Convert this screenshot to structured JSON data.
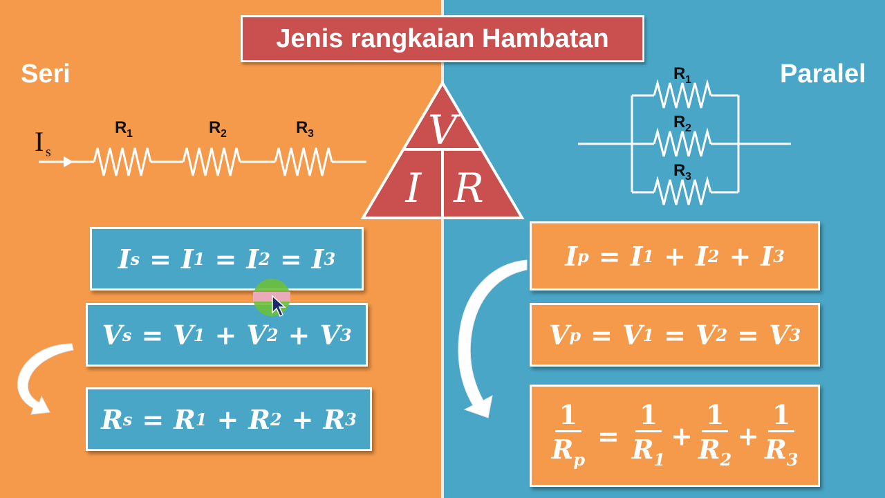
{
  "title": "Jenis rangkaian Hambatan",
  "series_label": "Seri",
  "parallel_label": "Paralel",
  "triangle": {
    "top": "V",
    "bottom_left": "I",
    "bottom_right": "R"
  },
  "series_circuit": {
    "current_label": "I",
    "current_sub": "s",
    "resistors": [
      {
        "main": "R",
        "sub": "1"
      },
      {
        "main": "R",
        "sub": "2"
      },
      {
        "main": "R",
        "sub": "3"
      }
    ]
  },
  "parallel_circuit": {
    "resistors": [
      {
        "main": "R",
        "sub": "1"
      },
      {
        "main": "R",
        "sub": "2"
      },
      {
        "main": "R",
        "sub": "3"
      }
    ]
  },
  "series_formulas": {
    "current": {
      "lhs": "I",
      "lhs_sub": "s",
      "op": "=",
      "t1": "I",
      "t1_sub": "1",
      "op1": "=",
      "t2": "I",
      "t2_sub": "2",
      "op2": "=",
      "t3": "I",
      "t3_sub": "3"
    },
    "voltage": {
      "lhs": "V",
      "lhs_sub": "s",
      "op": "=",
      "t1": "V",
      "t1_sub": "1",
      "op1": "+",
      "t2": "V",
      "t2_sub": "2",
      "op2": "+",
      "t3": "V",
      "t3_sub": "3"
    },
    "resistance": {
      "lhs": "R",
      "lhs_sub": "s",
      "op": "=",
      "t1": "R",
      "t1_sub": "1",
      "op1": "+",
      "t2": "R",
      "t2_sub": "2",
      "op2": "+",
      "t3": "R",
      "t3_sub": "3"
    }
  },
  "parallel_formulas": {
    "current": {
      "lhs": "I",
      "lhs_sub": "p",
      "op": "=",
      "t1": "I",
      "t1_sub": "1",
      "op1": "+",
      "t2": "I",
      "t2_sub": "2",
      "op2": "+",
      "t3": "I",
      "t3_sub": "3"
    },
    "voltage": {
      "lhs": "V",
      "lhs_sub": "p",
      "op": "=",
      "t1": "V",
      "t1_sub": "1",
      "op1": "=",
      "t2": "V",
      "t2_sub": "2",
      "op2": "=",
      "t3": "V",
      "t3_sub": "3"
    },
    "resistance": {
      "numerator": "1",
      "lhs": "R",
      "lhs_sub": "p",
      "op": "=",
      "t1": "R",
      "t1_sub": "1",
      "op1": "+",
      "t2": "R",
      "t2_sub": "2",
      "op2": "+",
      "t3": "R",
      "t3_sub": "3"
    }
  },
  "colors": {
    "orange": "#f59a4a",
    "blue": "#4aa6c6",
    "red": "#c9504f",
    "white": "#ffffff"
  },
  "icons": {
    "series_arrow": "curved-arrow-icon",
    "parallel_arrow": "curved-arrow-icon",
    "cursor": "mouse-pointer-icon"
  }
}
